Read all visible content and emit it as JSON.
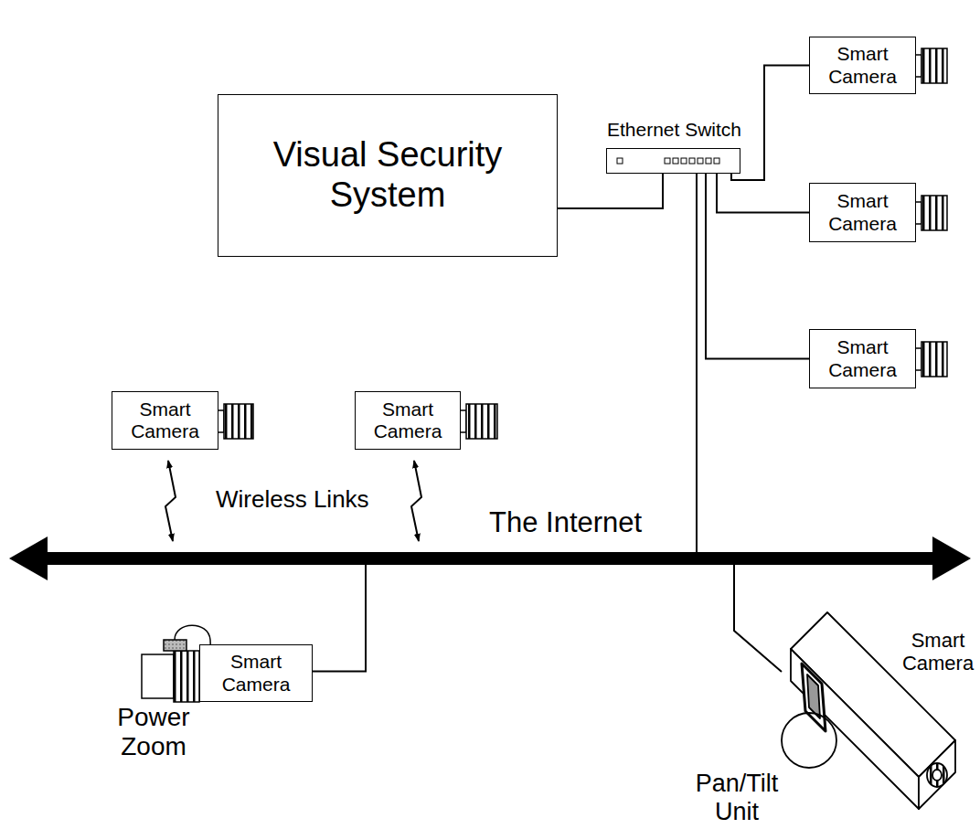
{
  "diagram": {
    "nodes": [
      {
        "text": [
          "Visual Security System"
        ]
      },
      {
        "text": [
          "Ethernet Switch"
        ]
      },
      {
        "text": [
          "Smart Camera"
        ]
      },
      {
        "text": [
          "Smart Camera"
        ]
      },
      {
        "text": [
          "Smart Camera"
        ]
      },
      {
        "text": [
          "Smart Camera"
        ]
      },
      {
        "text": [
          "Smart Camera"
        ]
      },
      {
        "text": [
          "The Internet"
        ]
      },
      {
        "text": [
          "Smart Camera"
        ]
      },
      {
        "text": [
          "Smart Camera"
        ]
      }
    ],
    "edges": [
      {
        "from": 0,
        "to": 1,
        "arrow": "none"
      },
      {
        "from": 1,
        "to": 2,
        "arrow": "none"
      },
      {
        "from": 1,
        "to": 3,
        "arrow": "none"
      },
      {
        "from": 1,
        "to": 4,
        "arrow": "none"
      },
      {
        "from": 1,
        "to": 7,
        "arrow": "none"
      },
      {
        "from": 7,
        "to": 5,
        "arrow": "both"
      },
      {
        "from": 7,
        "to": 6,
        "arrow": "both"
      },
      {
        "from": 7,
        "to": 8,
        "arrow": "none"
      },
      {
        "from": 7,
        "to": 9,
        "arrow": "none"
      }
    ],
    "labels": [
      "Wireless Links",
      "Power Zoom",
      "Pan/Tilt Unit"
    ]
  }
}
